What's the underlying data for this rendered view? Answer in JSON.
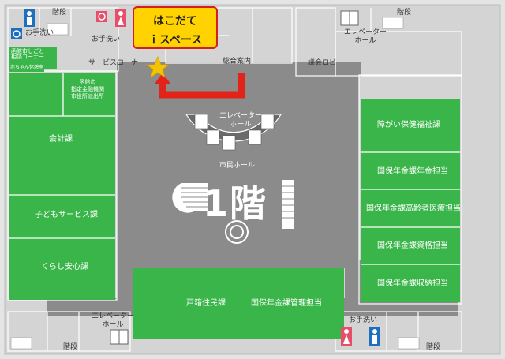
{
  "floor": {
    "number": "1",
    "name": "階"
  },
  "callout": {
    "line1": "はこだて",
    "line2": "ｉスペース"
  },
  "colors": {
    "office_green": "#3ab54a",
    "corridor_gray": "#888888",
    "wall_gray": "#dcdcdc",
    "route_red": "#e2231a",
    "callout_yellow": "#ffd200",
    "marker_star": "#f5c400"
  },
  "left_offices": {
    "shigoto": "函館市しごと\n相談コーナー",
    "akachan": "赤ちゃん休憩室",
    "bank": "函館市\n指定金融機関\n市役所派出所",
    "kaikei": "会計課",
    "kodomo": "子どもサービス課",
    "kurashi": "くらし安心課"
  },
  "right_offices": {
    "shogai": "障がい保健福祉課",
    "nenkin": "国保年金課年金担当",
    "koureisha": "国保年金課高齢者医療担当",
    "shikaku": "国保年金課資格担当",
    "shuno": "国保年金課収納担当"
  },
  "bottom_office": {
    "koseki": "戸籍住民課",
    "kanri": "国保年金課管理担当"
  },
  "areas": {
    "service_corner": "サービスコーナー",
    "sougou": "総合案内",
    "lobby": "議会ロビー",
    "elevator_center": "エレベーター\nホール",
    "shimin_hall": "市民ホール",
    "elevator_topright": "エレベーター\nホール",
    "elevator_bottomleft": "エレベーター\nホール"
  },
  "facilities": {
    "stairs": "階段",
    "washroom": "お手洗い"
  },
  "icons": [
    "toilet-male-icon",
    "toilet-female-icon",
    "wheelchair-icon",
    "elevator-icon",
    "star-marker-icon",
    "route-arrow-icon"
  ]
}
